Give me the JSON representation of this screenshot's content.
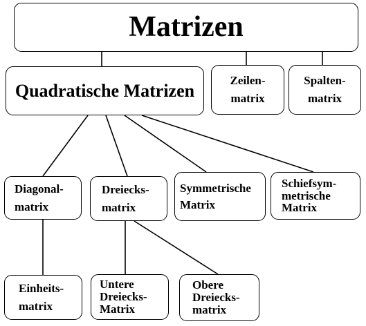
{
  "diagram": {
    "nodes": [
      {
        "id": "matrizen",
        "lines": [
          "Matrizen"
        ]
      },
      {
        "id": "quadratische",
        "lines": [
          "Quadratische Matrizen"
        ]
      },
      {
        "id": "zeilen",
        "lines": [
          "Zeilen-",
          "matrix"
        ]
      },
      {
        "id": "spalten",
        "lines": [
          "Spalten-",
          "matrix"
        ]
      },
      {
        "id": "diagonal",
        "lines": [
          "Diagonal-",
          "matrix"
        ]
      },
      {
        "id": "dreiecks",
        "lines": [
          "Dreiecks-",
          "matrix"
        ]
      },
      {
        "id": "symmetrische",
        "lines": [
          "Symmetrische",
          "Matrix"
        ]
      },
      {
        "id": "schiefsym",
        "lines": [
          "Schiefsym-",
          "metrische",
          "Matrix"
        ]
      },
      {
        "id": "einheits",
        "lines": [
          "Einheits-",
          "matrix"
        ]
      },
      {
        "id": "untere",
        "lines": [
          "Untere",
          "Dreiecks-",
          "Matrix"
        ]
      },
      {
        "id": "obere",
        "lines": [
          "Obere",
          "Dreiecks-",
          "matrix"
        ]
      }
    ],
    "edges": [
      {
        "from": "matrizen",
        "to": "quadratische"
      },
      {
        "from": "matrizen",
        "to": "zeilen"
      },
      {
        "from": "matrizen",
        "to": "spalten"
      },
      {
        "from": "quadratische",
        "to": "diagonal"
      },
      {
        "from": "quadratische",
        "to": "dreiecks"
      },
      {
        "from": "quadratische",
        "to": "symmetrische"
      },
      {
        "from": "quadratische",
        "to": "schiefsym"
      },
      {
        "from": "diagonal",
        "to": "einheits"
      },
      {
        "from": "dreiecks",
        "to": "untere"
      },
      {
        "from": "dreiecks",
        "to": "obere"
      }
    ]
  }
}
